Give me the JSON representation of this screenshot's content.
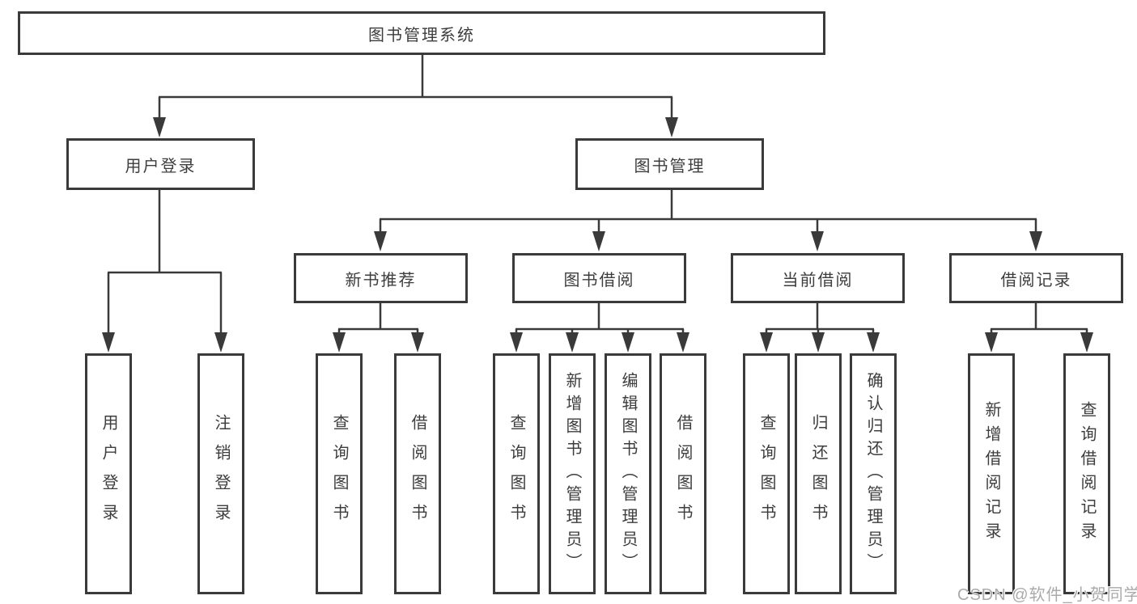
{
  "title": "图书管理系统",
  "level2": [
    {
      "label": "用户登录"
    },
    {
      "label": "图书管理"
    }
  ],
  "level3": [
    {
      "label": "新书推荐"
    },
    {
      "label": "图书借阅"
    },
    {
      "label": "当前借阅"
    },
    {
      "label": "借阅记录"
    }
  ],
  "leaves": [
    {
      "label": "用户登录"
    },
    {
      "label": "注销登录"
    },
    {
      "label": "查询图书"
    },
    {
      "label": "借阅图书"
    },
    {
      "label": "查询图书"
    },
    {
      "label": "新增图书（管理员）"
    },
    {
      "label": "编辑图书（管理员）"
    },
    {
      "label": "借阅图书"
    },
    {
      "label": "查询图书"
    },
    {
      "label": "归还图书"
    },
    {
      "label": "确认归还（管理员）"
    },
    {
      "label": "新增借阅记录"
    },
    {
      "label": "查询借阅记录"
    }
  ],
  "watermark": "CSDN @软件_小贺同学",
  "colors": {
    "line": "#3a3a3a",
    "text": "#3d3d3d",
    "watermark": "#aaaaaa"
  }
}
